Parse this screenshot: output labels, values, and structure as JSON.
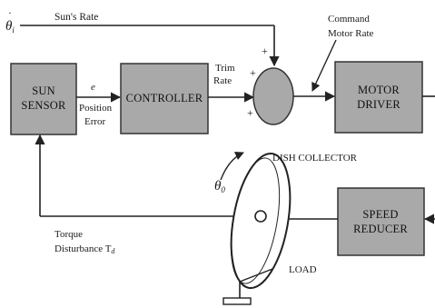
{
  "blocks": {
    "sun_sensor": [
      "SUN",
      "SENSOR"
    ],
    "controller": [
      "CONTROLLER"
    ],
    "motor_driver": [
      "MOTOR",
      "DRIVER"
    ],
    "speed_reducer": [
      "SPEED",
      "REDUCER"
    ]
  },
  "signals": {
    "theta_i_symbol": "θ",
    "theta_i_sub": "i",
    "suns_rate": "Sun's Rate",
    "error_symbol": "e",
    "position_error": [
      "Position",
      "Error"
    ],
    "trim_rate": [
      "Trim",
      "Rate"
    ],
    "command_motor_rate": [
      "Command",
      "Motor Rate"
    ],
    "dish_collector": "DISH COLLECTOR",
    "theta_o_symbol": "θ",
    "theta_o_sub": "0",
    "torque_disturbance": [
      "Torque",
      "Disturbance T"
    ],
    "torque_sub": "d",
    "load": "LOAD",
    "plus_top": "+",
    "plus_bottom": "+",
    "minus_side": "+"
  },
  "colors": {
    "block_fill": "#a9a9a9",
    "block_stroke": "#333333",
    "line": "#222222"
  }
}
